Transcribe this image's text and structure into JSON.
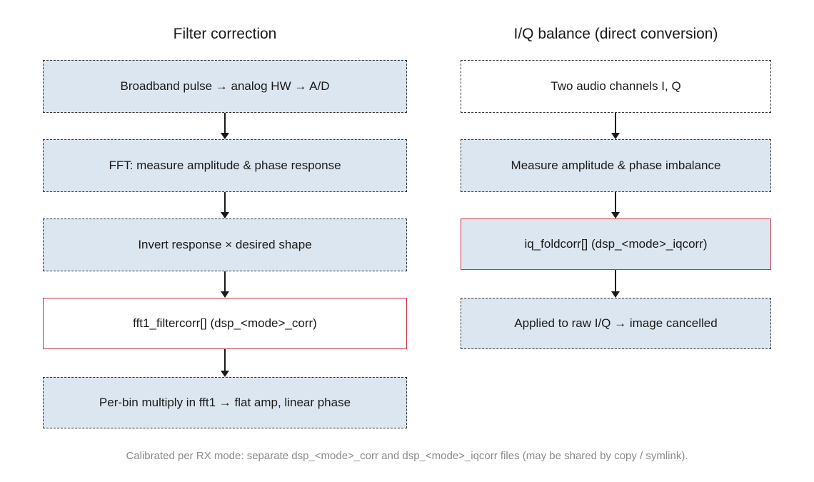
{
  "columns": {
    "left": {
      "title": "Filter correction",
      "steps": [
        "Broadband pulse → analog HW → A/D",
        "FFT: measure amplitude & phase response",
        "Invert response × desired shape",
        "fft1_filtercorr[] (dsp_<mode>_corr)",
        "Per-bin multiply in fft1 → flat amp, linear phase"
      ]
    },
    "right": {
      "title": "I/Q balance (direct conversion)",
      "steps": [
        "Two audio channels I, Q",
        "Measure amplitude & phase imbalance",
        "iq_foldcorr[] (dsp_<mode>_iqcorr)",
        "Applied to raw I/Q → image cancelled"
      ]
    }
  },
  "footnote": "Calibrated per RX mode: separate dsp_<mode>_corr and dsp_<mode>_iqcorr files (may be shared by copy / symlink).",
  "colors": {
    "box_fill": "#dce6f0",
    "highlight_border": "#cc3340",
    "dashed_border": "#333333",
    "footnote_text": "#8a8a8a"
  }
}
